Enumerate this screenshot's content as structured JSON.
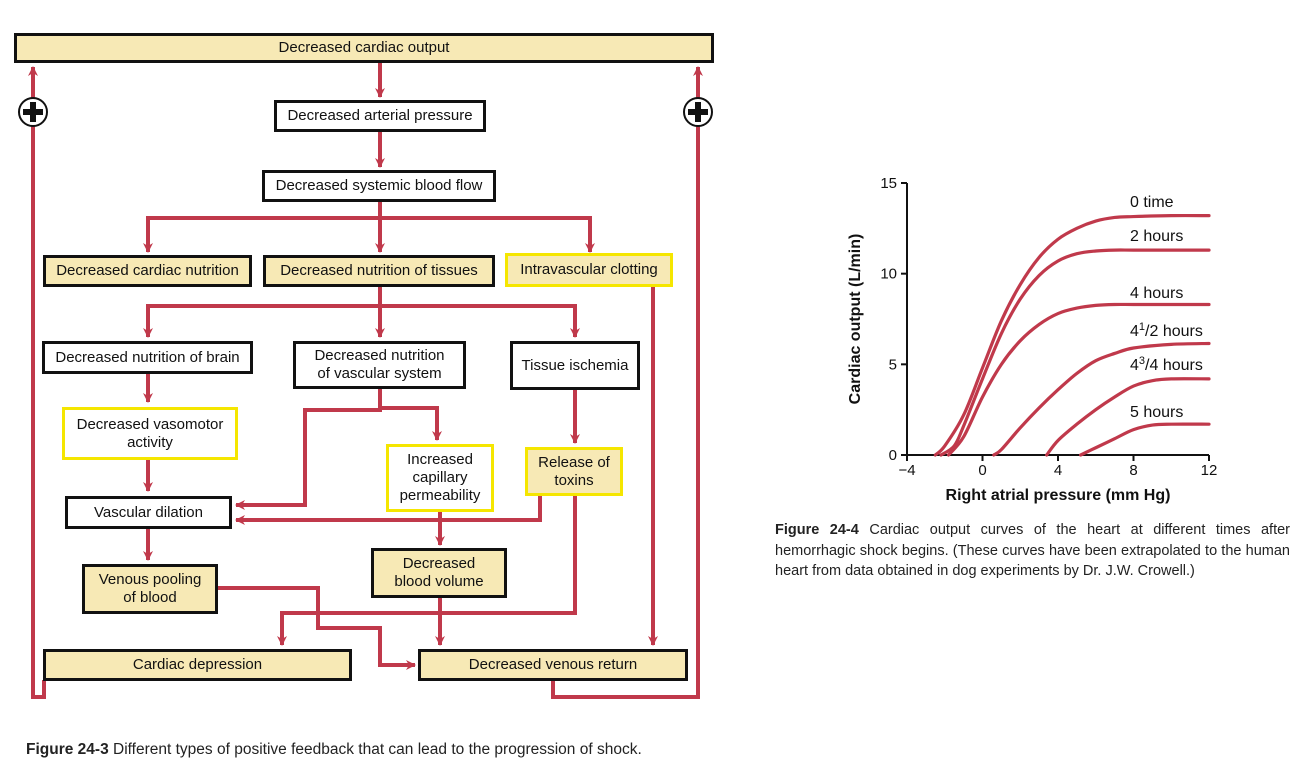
{
  "flowchart": {
    "plus_sign": "+",
    "nodes": {
      "cardiac_output": "Decreased cardiac output",
      "arterial_pressure": "Decreased arterial pressure",
      "systemic_flow": "Decreased systemic blood flow",
      "cardiac_nutrition": "Decreased cardiac nutrition",
      "tissue_nutrition": "Decreased nutrition of tissues",
      "clotting": "Intravascular clotting",
      "brain_nutrition": "Decreased nutrition of brain",
      "vascular_nutrition_l1": "Decreased nutrition",
      "vascular_nutrition_l2": "of vascular system",
      "ischemia": "Tissue ischemia",
      "vasomotor_l1": "Decreased vasomotor",
      "vasomotor_l2": "activity",
      "permeability_l1": "Increased",
      "permeability_l2": "capillary",
      "permeability_l3": "permeability",
      "toxins_l1": "Release of",
      "toxins_l2": "toxins",
      "dilation": "Vascular dilation",
      "blood_volume_l1": "Decreased",
      "blood_volume_l2": "blood volume",
      "pooling_l1": "Venous pooling",
      "pooling_l2": "of blood",
      "depression": "Cardiac depression",
      "venous_return": "Decreased venous return"
    },
    "colors": {
      "arrow": "#c0394b",
      "box_black": "#111111",
      "box_yellow": "#f5e600",
      "fill_tan": "#f7e9b5"
    },
    "caption_number": "Figure 24-3",
    "caption_text": " Different types of positive feedback that can lead to the progression of shock."
  },
  "chart_data": {
    "type": "line",
    "xlabel": "Right atrial pressure (mm Hg)",
    "ylabel": "Cardiac output (L/min)",
    "xlim": [
      -4,
      12
    ],
    "ylim": [
      0,
      15
    ],
    "x_ticks": [
      "−4",
      "0",
      "4",
      "8",
      "12"
    ],
    "y_ticks": [
      "0",
      "5",
      "10",
      "15"
    ],
    "grid": false,
    "line_color": "#c0394b",
    "series": [
      {
        "name": "0 time",
        "label_parts": [
          "0 time"
        ],
        "x": [
          -2.5,
          -2,
          -1,
          0,
          1,
          2,
          3,
          4,
          5,
          6,
          7,
          8,
          10,
          12
        ],
        "y": [
          0,
          0.5,
          2.2,
          4.8,
          7.4,
          9.4,
          10.9,
          11.9,
          12.5,
          12.9,
          13.1,
          13.15,
          13.2,
          13.2
        ]
      },
      {
        "name": "2 hours",
        "label_parts": [
          "2 hours"
        ],
        "x": [
          -2.2,
          -1.5,
          -1,
          0,
          1,
          2,
          3,
          4,
          5,
          6,
          7,
          8,
          10,
          12
        ],
        "y": [
          0,
          0.5,
          1.6,
          4.2,
          6.7,
          8.6,
          9.9,
          10.7,
          11.1,
          11.25,
          11.3,
          11.3,
          11.3,
          11.3
        ]
      },
      {
        "name": "4 hours",
        "label_parts": [
          "4 hours"
        ],
        "x": [
          -1.8,
          -1,
          0,
          1,
          2,
          3,
          4,
          5,
          6,
          7,
          8,
          10,
          12
        ],
        "y": [
          0,
          1.0,
          3.2,
          5.0,
          6.3,
          7.2,
          7.8,
          8.1,
          8.25,
          8.3,
          8.3,
          8.3,
          8.3
        ]
      },
      {
        "name": "4½ hours",
        "label_parts": [
          "4",
          "1",
          "/2 hours"
        ],
        "x": [
          0.6,
          1,
          2,
          3,
          4,
          5,
          6,
          7,
          8,
          10,
          12
        ],
        "y": [
          0,
          0.3,
          1.5,
          2.6,
          3.6,
          4.5,
          5.2,
          5.6,
          5.9,
          6.1,
          6.15
        ]
      },
      {
        "name": "4¾ hours",
        "label_parts": [
          "4",
          "3",
          "/4 hours"
        ],
        "x": [
          3.4,
          4,
          5,
          6,
          7,
          8,
          9,
          10,
          12
        ],
        "y": [
          0,
          0.8,
          1.7,
          2.5,
          3.2,
          3.8,
          4.1,
          4.2,
          4.2
        ]
      },
      {
        "name": "5 hours",
        "label_parts": [
          "5 hours"
        ],
        "x": [
          5.2,
          6,
          7,
          8,
          9,
          10,
          12
        ],
        "y": [
          0,
          0.4,
          0.9,
          1.4,
          1.65,
          1.7,
          1.7
        ]
      }
    ],
    "caption_number": "Figure 24-4",
    "caption_text": " Cardiac output curves of the heart at different times after hemorrhagic shock begins. (These curves have been extrapolated to the human heart from data obtained in dog experiments by Dr. J.W. Crowell.)"
  }
}
